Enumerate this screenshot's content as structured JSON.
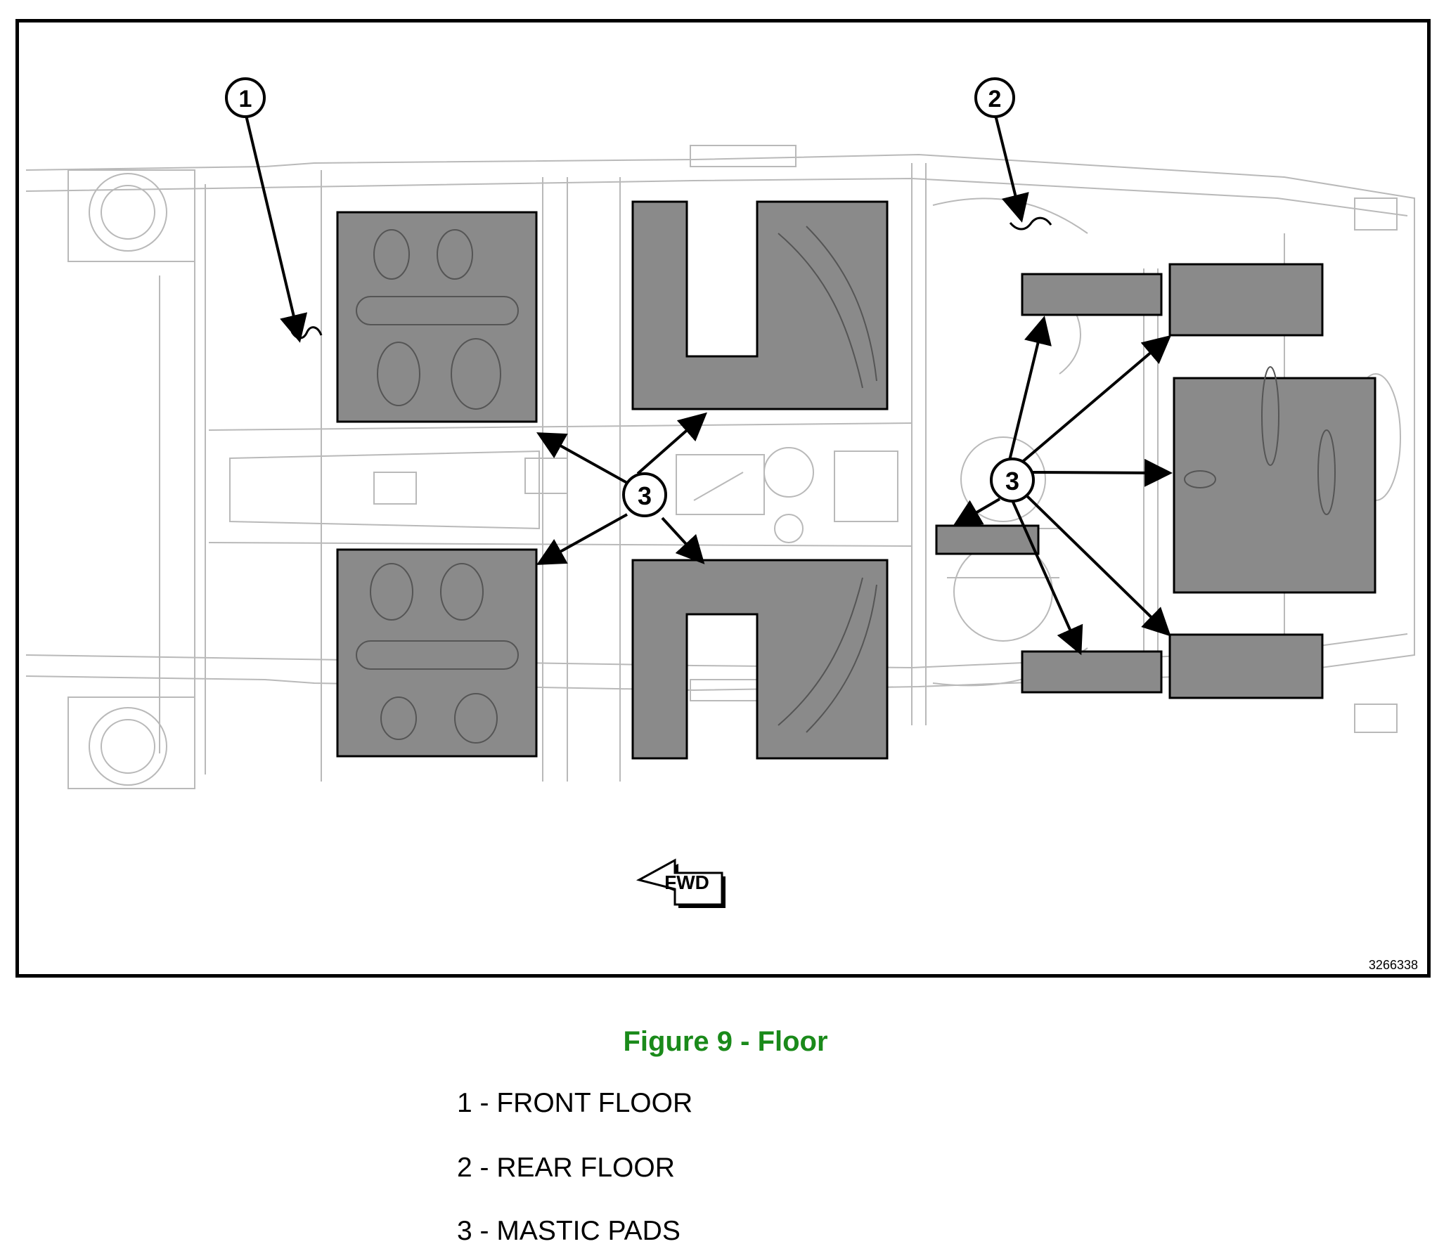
{
  "diagram": {
    "callouts": {
      "c1": "1",
      "c2": "2",
      "c3a": "3",
      "c3b": "3"
    },
    "fwd_label": "FWD",
    "figure_number": "3266338",
    "colors": {
      "pad_fill": "#8a8a8a",
      "line": "#000000",
      "detail_line": "#b9b9b9",
      "caption": "#1a8a1a"
    }
  },
  "caption": {
    "title": "Figure 9 - Floor"
  },
  "legend": [
    {
      "text": "1 - FRONT FLOOR"
    },
    {
      "text": "2 - REAR FLOOR"
    },
    {
      "text": "3 - MASTIC PADS"
    }
  ]
}
